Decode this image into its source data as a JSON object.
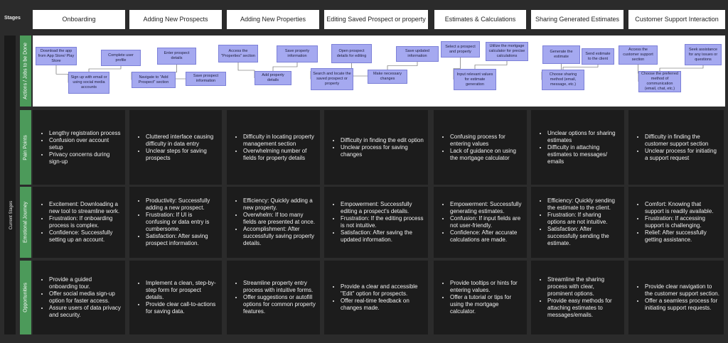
{
  "stages_label": "Stages",
  "current_stages_label": "Current Stages",
  "stages": [
    "Onboarding",
    "Adding New Prospects",
    "Adding New Properties",
    "Editing Saved Prospect or property",
    "Estimates & Calculations",
    "Sharing Generated Estimates",
    "Customer Support Interaction"
  ],
  "row_labels": {
    "actions": "Actions / Jobs to be Done",
    "pain_points": "Pain Points",
    "emotional": "Emotional Journey",
    "opportunities": "Opportunities"
  },
  "actions": [
    "Download the app from App Store/ Play Store",
    "Sign up with email or using social media accounts",
    "Complete user profile",
    "Enter prospect details",
    "Navigate to \"Add Prospect\" section",
    "Save prospect information",
    "Access the \"Properties\" section",
    "Add property details",
    "Save property information",
    "Open prospect details for editing",
    "Search and locate the saved prospect or property",
    "Make necessary changes",
    "Save updated information",
    "Select a prospect and property",
    "Input relevant values for estimate generation",
    "Utilize the mortgage calculator for precise calculations",
    "Generate the estimate",
    "Choose sharing method (email, message, etc.)",
    "Send estimate to the client",
    "Access the customer support section",
    "Choose the preferred method of communication (email, chat, etc.)",
    "Seek assistance for any issues or questions"
  ],
  "pain_points": [
    [
      "Lengthy registration process",
      "Confusion over account setup",
      "Privacy concerns during sign-up"
    ],
    [
      "Cluttered interface causing difficulty in data entry",
      "Unclear steps for saving prospects"
    ],
    [
      "Difficulty in locating property management section",
      "Overwhelming number of fields for property details"
    ],
    [
      "Difficulty in finding the edit option",
      "Unclear process for saving changes"
    ],
    [
      "Confusing process for entering values",
      "Lack of guidance on using the mortgage calculator"
    ],
    [
      "Unclear options for sharing estimates",
      "Difficulty in attaching estimates to messages/ emails"
    ],
    [
      "Difficulty in finding the customer support section",
      "Unclear process for initiating a support request"
    ]
  ],
  "emotional": [
    [
      "Excitement: Downloading a new tool to streamline work.",
      "Frustration: If onboarding process is complex.",
      "Confidence: Successfully setting up an account."
    ],
    [
      "Productivity: Successfully adding a new prospect.",
      "Frustration: If UI is confusing or data entry is cumbersome.",
      "Satisfaction: After saving prospect information."
    ],
    [
      "Efficiency: Quickly adding a new property.",
      "Overwhelm: If too many fields are presented at once.",
      "Accomplishment: After successfully saving property details."
    ],
    [
      "Empowerment: Successfully editing a prospect's details.",
      "Frustration: If the editing process is not intuitive.",
      "Satisfaction: After saving the updated information."
    ],
    [
      "Empowerment: Successfully generating estimates.",
      "Confusion: If input fields are not user-friendly.",
      "Confidence: After accurate calculations are made."
    ],
    [
      "Efficiency: Quickly sending the estimate to the client.",
      "Frustration: If sharing options are not intuitive.",
      "Satisfaction: After successfully sending the estimate."
    ],
    [
      "Comfort: Knowing that support is readily available.",
      "Frustration: If accessing support is challenging.",
      "Relief: After successfully getting assistance."
    ]
  ],
  "opportunities": [
    [
      "Provide a guided onboarding tour.",
      "Offer social media sign-up option for faster access.",
      "Assure users of data privacy and security."
    ],
    [
      "Implement a clean, step-by-step form for prospect details.",
      "Provide clear call-to-actions for saving data."
    ],
    [
      "Streamline property entry process with intuitive forms.",
      "Offer suggestions or autofill options for common property features."
    ],
    [
      "Provide a clear and accessible \"Edit\" option for prospects.",
      "Offer real-time feedback on changes made."
    ],
    [
      "Provide tooltips or hints for entering values.",
      "Offer a tutorial or tips for using the mortgage calculator."
    ],
    [
      "Streamline the sharing process with clear, prominent options.",
      "Provide easy methods for attaching estimates to messages/emails."
    ],
    [
      "Provide clear navigation to the customer support section.",
      "Offer a seamless process for initiating support requests."
    ]
  ],
  "colors": {
    "background": "#2b2b2b",
    "sticky_note": "#a5a9f0",
    "row_tab": "#4c9a5a",
    "card": "#1c1c1c"
  }
}
